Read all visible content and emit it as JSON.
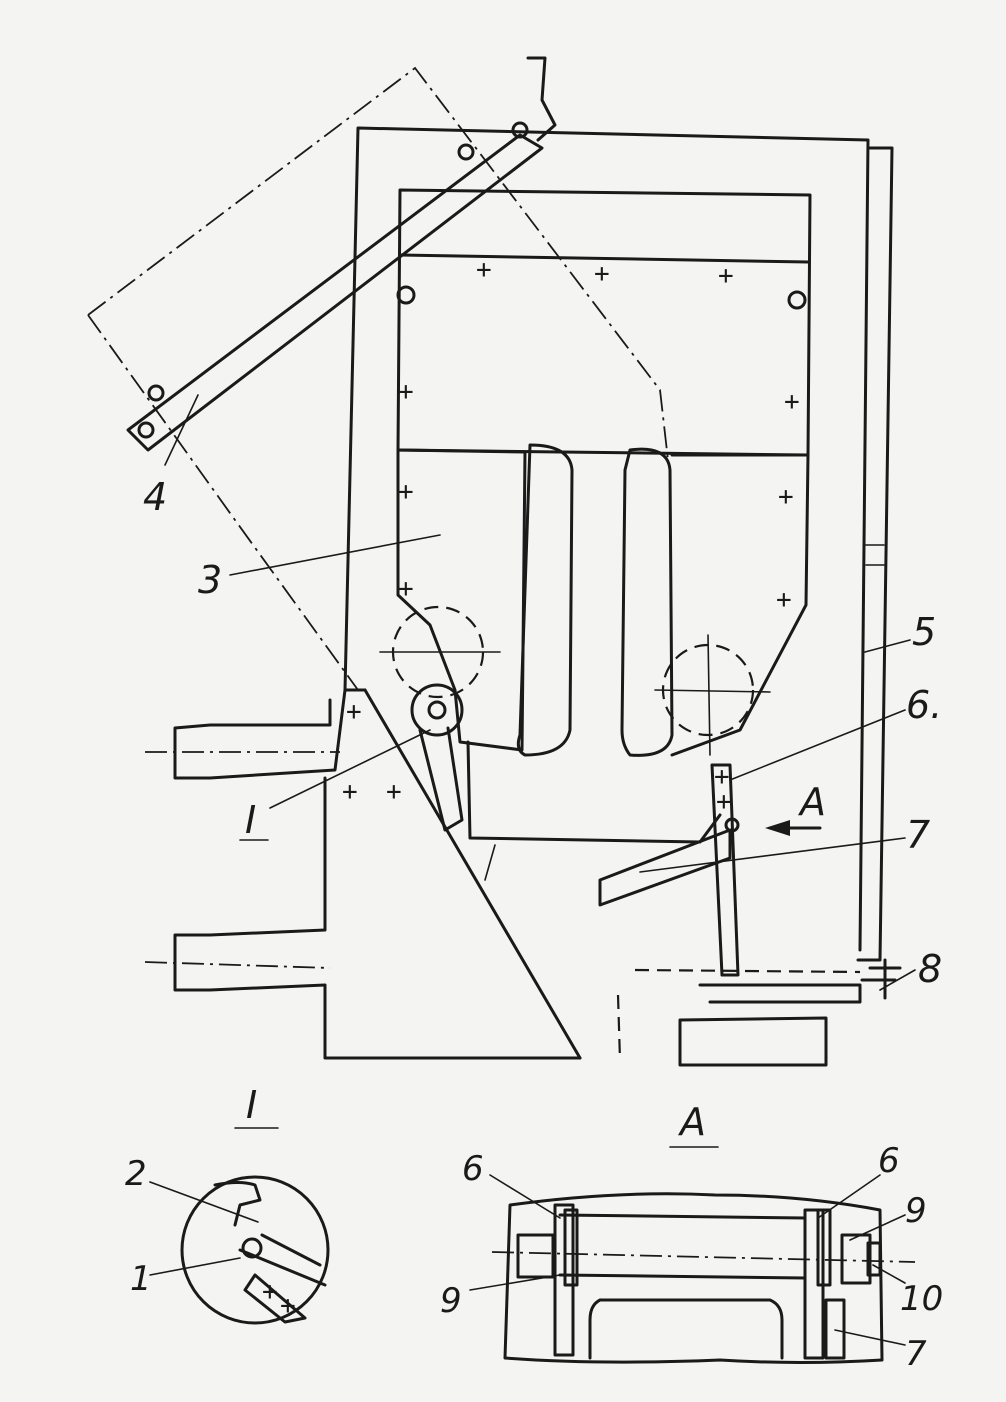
{
  "labels": {
    "l1": "1",
    "l2": "2",
    "l3": "3",
    "l4": "4",
    "l5": "5",
    "l6": "6.",
    "l7": "7",
    "l8": "8",
    "viewI": "I",
    "viewA": "A",
    "detail_title_I": "I",
    "detail_title_A": "A",
    "detailA_l6a": "6",
    "detailA_l6b": "6",
    "detailA_l9a": "9",
    "detailA_l9b": "9",
    "detailA_l10": "10",
    "detailA_l7": "7"
  }
}
